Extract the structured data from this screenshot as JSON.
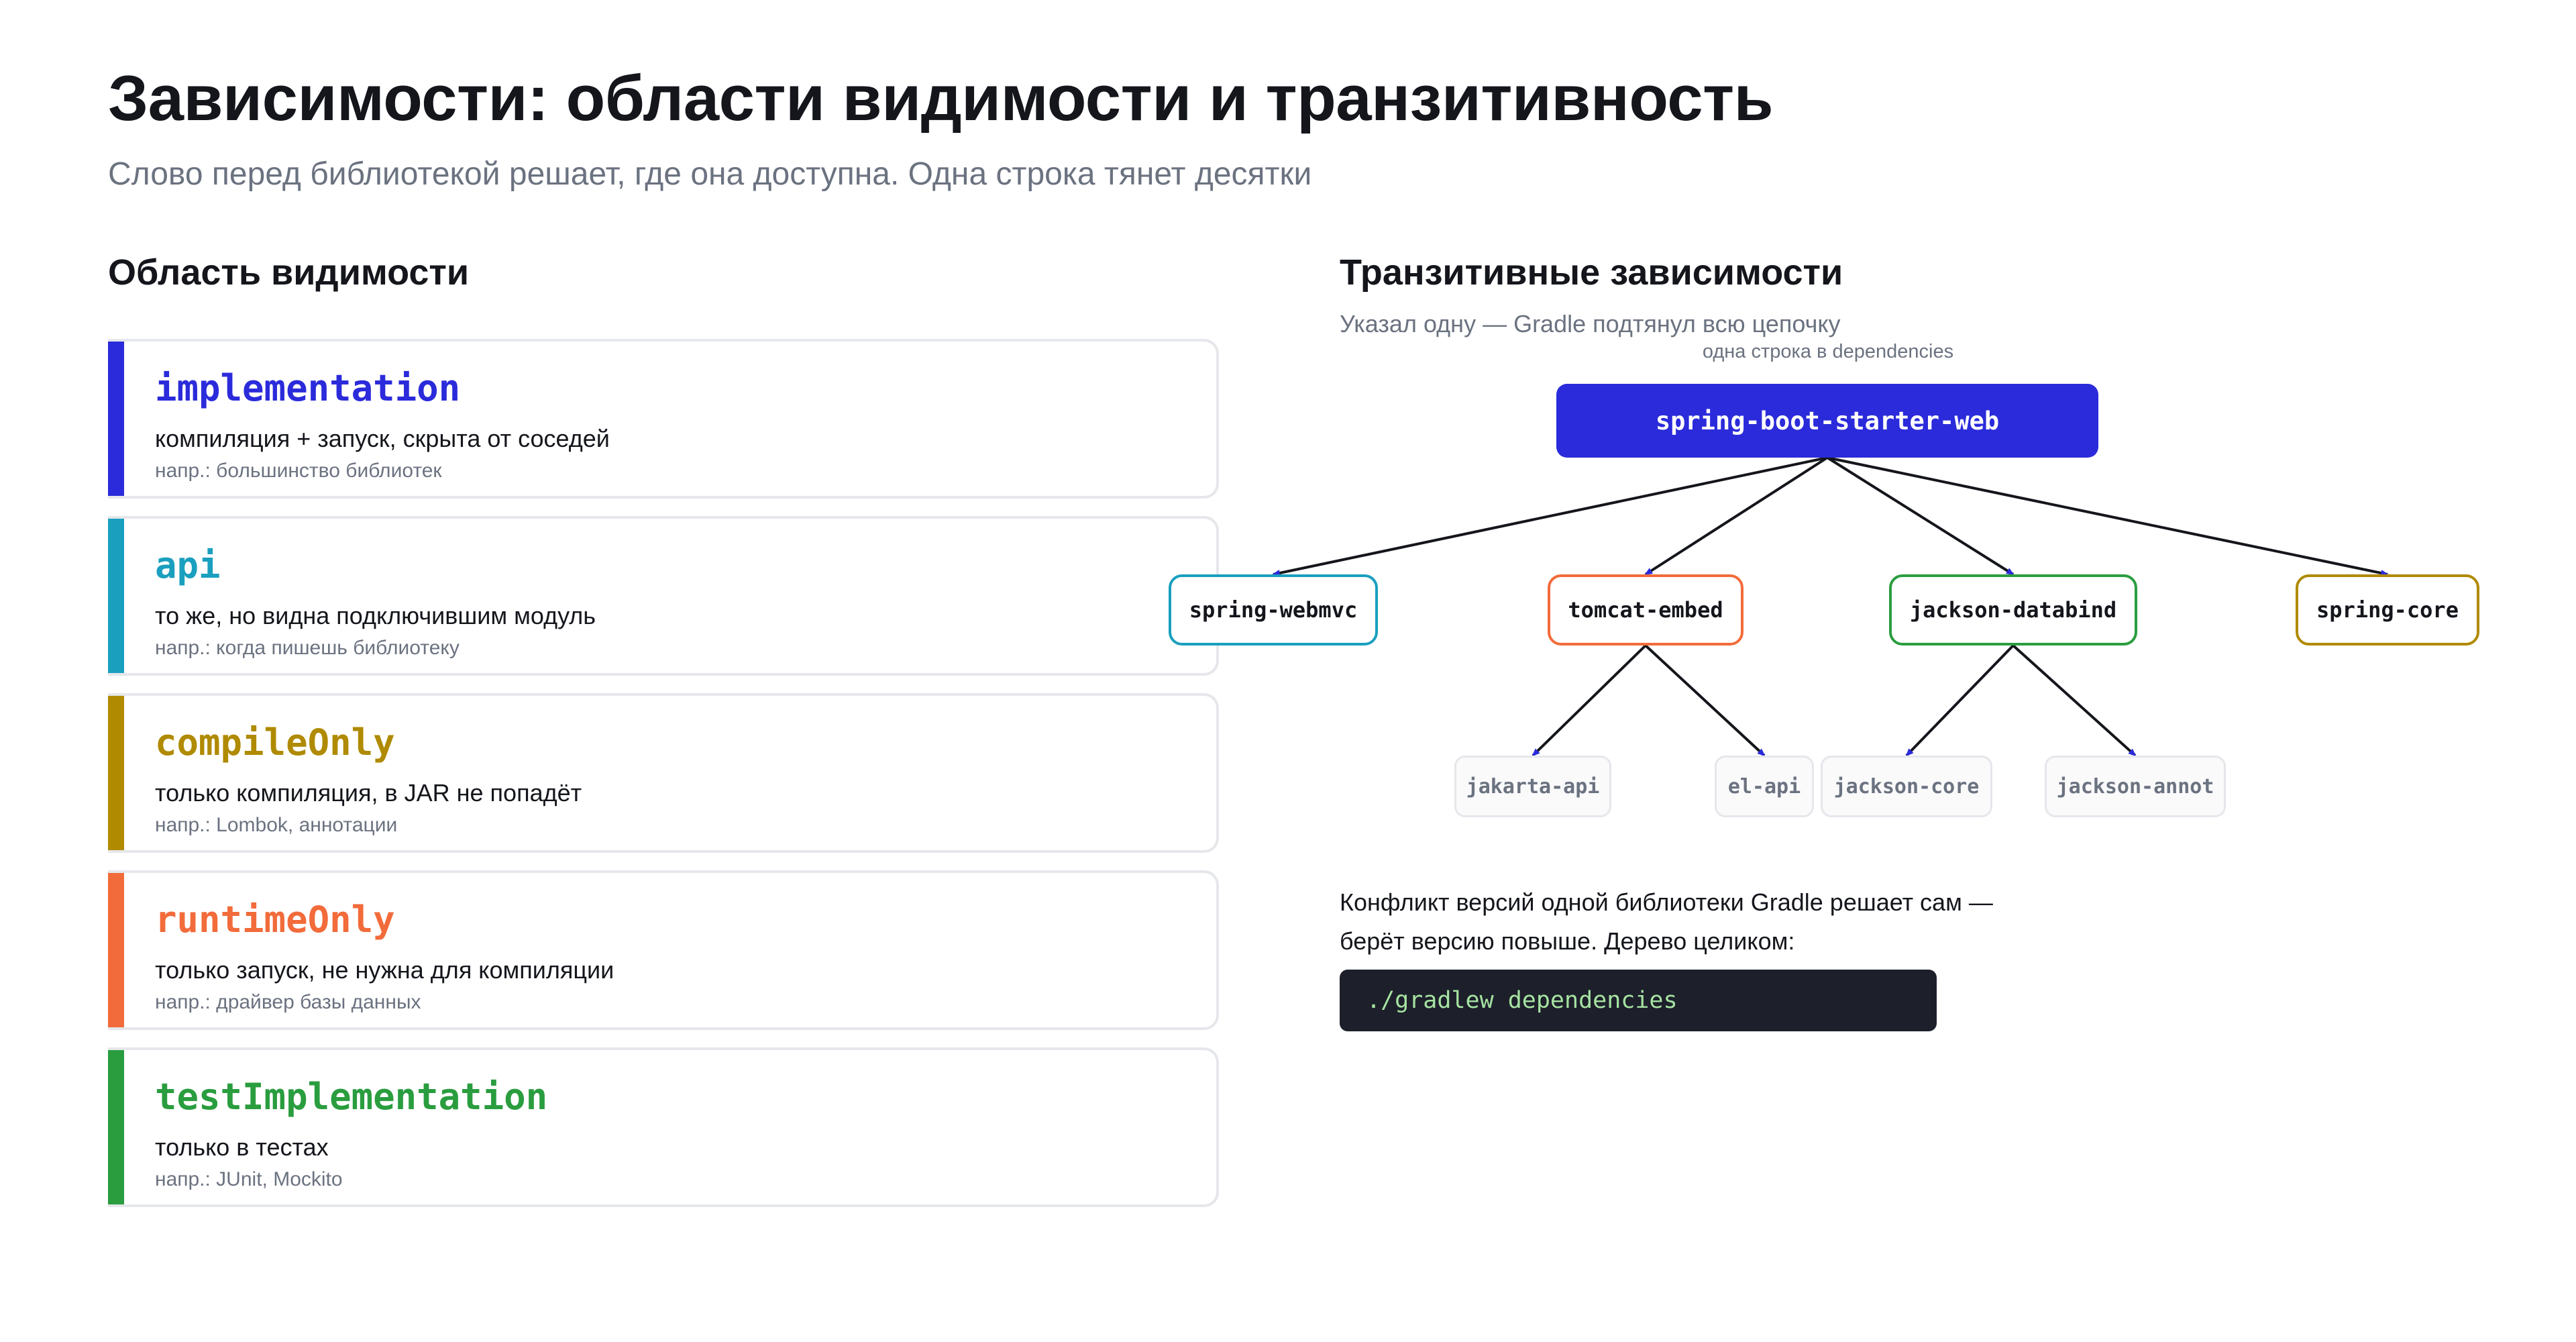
{
  "header": {
    "title": "Зависимости: области видимости и транзитивность",
    "subtitle": "Слово перед библиотекой решает, где она доступна. Одна строка тянет десятки"
  },
  "scopes": {
    "title": "Область видимости",
    "items": [
      {
        "name": "implementation",
        "description": "компиляция + запуск, скрыта от соседей",
        "example": "напр.: большинство библиотек",
        "color": "#2b2bdb"
      },
      {
        "name": "api",
        "description": "то же, но видна подключившим модуль",
        "example": "напр.: когда пишешь библиотеку",
        "color": "#1a9fbf"
      },
      {
        "name": "compileOnly",
        "description": "только компиляция, в JAR не попадёт",
        "example": "напр.: Lombok, аннотации",
        "color": "#b08a00"
      },
      {
        "name": "runtimeOnly",
        "description": "только запуск, не нужна для компиляции",
        "example": "напр.: драйвер базы данных",
        "color": "#f26b3a"
      },
      {
        "name": "testImplementation",
        "description": "только в тестах",
        "example": "напр.: JUnit, Mockito",
        "color": "#2a9d3f"
      }
    ]
  },
  "transitive": {
    "title": "Транзитивные зависимости",
    "subtitle": "Указал одну — Gradle подтянул всю цепочку",
    "root_caption": "одна строка в dependencies",
    "root": "spring-boot-starter-web",
    "children": [
      {
        "name": "spring-webmvc",
        "color": "#1a9fbf"
      },
      {
        "name": "tomcat-embed",
        "color": "#f26b3a"
      },
      {
        "name": "jackson-databind",
        "color": "#2a9d3f"
      },
      {
        "name": "spring-core",
        "color": "#b08a00"
      }
    ],
    "grandchildren": [
      "jakarta-api",
      "el-api",
      "jackson-core",
      "jackson-annot"
    ],
    "edge_color": "#14161c",
    "arrow_color": "#2b2bdb",
    "conflict_line1": "Конфликт версий одной библиотеки Gradle решает сам —",
    "conflict_line2": "берёт версию повыше. Дерево целиком:",
    "command": "./gradlew dependencies"
  }
}
